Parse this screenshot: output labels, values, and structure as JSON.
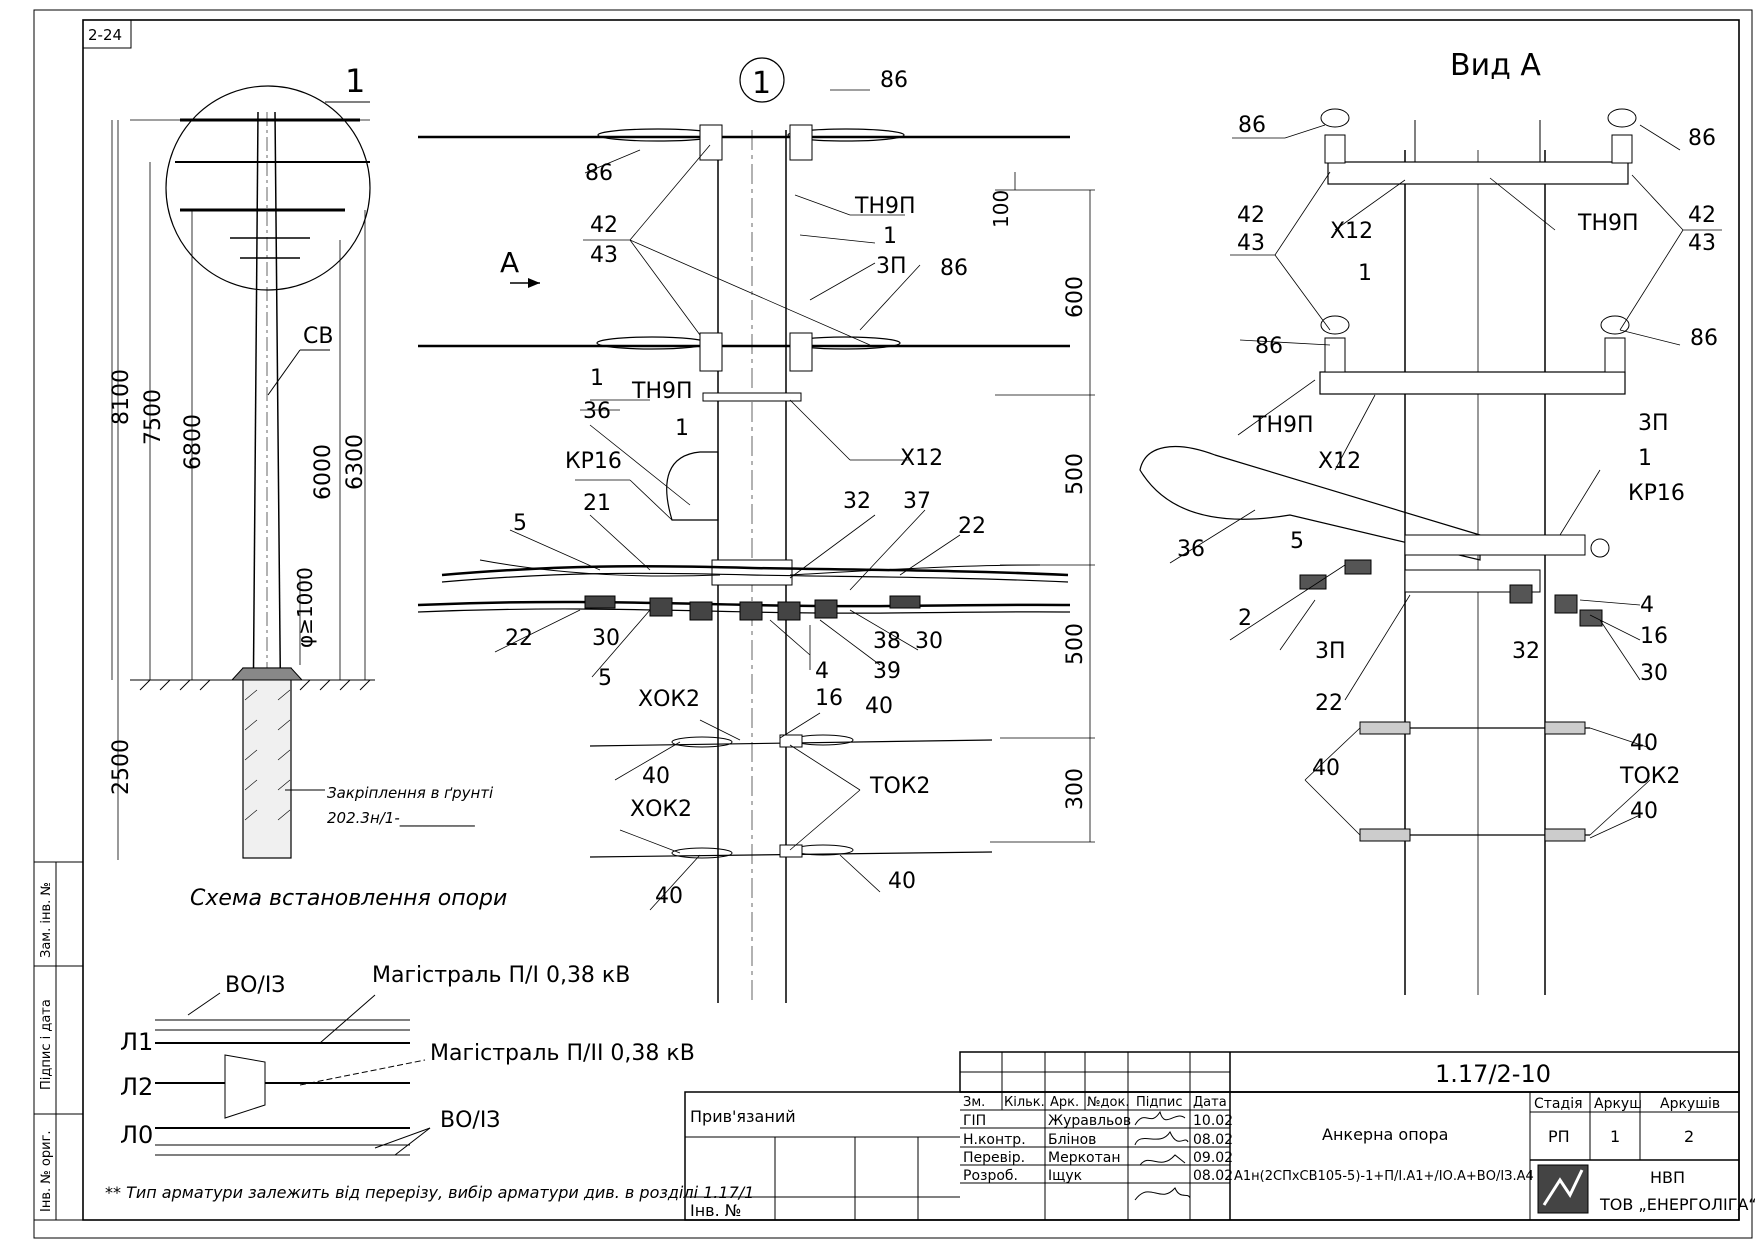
{
  "sheet_id": "2-24",
  "left_view": {
    "callout": "1",
    "labels": {
      "cv": "СВ",
      "phi": "φ≥1000"
    },
    "dims": {
      "d8100": "8100",
      "d7500": "7500",
      "d6800": "6800",
      "d6000": "6000",
      "d6300": "6300",
      "d2500": "2500"
    },
    "foundation_note": "Закріплення в ґрунті",
    "foundation_ref": "202.3н/1-__________",
    "caption": "Схема встановлення опори"
  },
  "center_view": {
    "title": "1",
    "arrow": "А",
    "dims": {
      "d100": "100",
      "d600": "600",
      "d500a": "500",
      "d500b": "500",
      "d300": "300"
    },
    "labels": {
      "l86a": "86",
      "l86b": "86",
      "l86c": "86",
      "l42": "42",
      "l43": "43",
      "tn9p_a": "ТН9П",
      "tn9p_b": "ТН9П",
      "l1a": "1",
      "l1b": "1",
      "l1c": "1",
      "zp": "3П",
      "l36": "36",
      "kp16": "КР16",
      "x12": "Х12",
      "l5a": "5",
      "l5b": "5",
      "l21": "21",
      "l32": "32",
      "l37": "37",
      "l22a": "22",
      "l22b": "22",
      "l30a": "30",
      "l30b": "30",
      "l38": "38",
      "l39": "39",
      "l4": "4",
      "l16": "16",
      "xok2a": "ХОК2",
      "xok2b": "ХОК2",
      "l40a": "40",
      "l40b": "40",
      "l40c": "40",
      "l40d": "40",
      "tok2": "ТОК2"
    }
  },
  "right_view": {
    "title": "Вид А",
    "labels": {
      "l86a": "86",
      "l86b": "86",
      "l86c": "86",
      "l86d": "86",
      "l42a": "42",
      "l43a": "43",
      "l42b": "42",
      "l43b": "43",
      "x12a": "Х12",
      "x12b": "Х12",
      "tn9p_a": "ТН9П",
      "tn9p_b": "ТН9П",
      "l1a": "1",
      "l1b": "1",
      "zp_a": "3П",
      "zp_b": "3П",
      "kp16": "КР16",
      "l36": "36",
      "l5": "5",
      "l2": "2",
      "l22": "22",
      "l32": "32",
      "l4": "4",
      "l16": "16",
      "l30": "30",
      "l40a": "40",
      "l40b": "40",
      "l40c": "40",
      "tok2": "ТОК2"
    }
  },
  "legend": {
    "vol3_a": "ВО/ІЗ",
    "mag_pl": "Магістраль П/І 0,38 кВ",
    "mag_pli": "Магістраль П/ІІ 0,38 кВ",
    "vol3_b": "ВО/ІЗ",
    "lines": [
      "Л1",
      "Л2",
      "Л0"
    ]
  },
  "footnote": "** Тип арматури залежить від перерізу, вибір арматури див. в розділі 1.17/1",
  "side_stamp": [
    "Зам. інв. №",
    "Підпис і дата",
    "Інв. № ориг."
  ],
  "title_block": {
    "privyazaniy": "Прив'язаний",
    "inv_no": "Інв. №",
    "headers": [
      "Зм.",
      "Кільк.",
      "Арк.",
      "№док.",
      "Підпис",
      "Дата"
    ],
    "rows": [
      {
        "role": "ГІП",
        "name": "Журавльов",
        "date": "10.02"
      },
      {
        "role": "Н.контр.",
        "name": "Блінов",
        "date": "08.02"
      },
      {
        "role": "Перевір.",
        "name": "Меркотан",
        "date": "09.02"
      },
      {
        "role": "Розроб.",
        "name": "Іщук",
        "date": "08.02"
      }
    ],
    "doc_code": "1.17/2-10",
    "doc_title": "Анкерна опора",
    "doc_spec": "А1н(2СПхСВ105-5)-1+П/І.А1+/ІО.А+ВО/ІЗ.А4",
    "stage_hdr": "Стадія",
    "sheet_hdr": "Аркуш",
    "sheets_hdr": "Аркушів",
    "stage": "РП",
    "sheet": "1",
    "sheets": "2",
    "org_line1": "НВП",
    "org_line2": "ТОВ „ЕНЕРГОЛІГА“"
  }
}
